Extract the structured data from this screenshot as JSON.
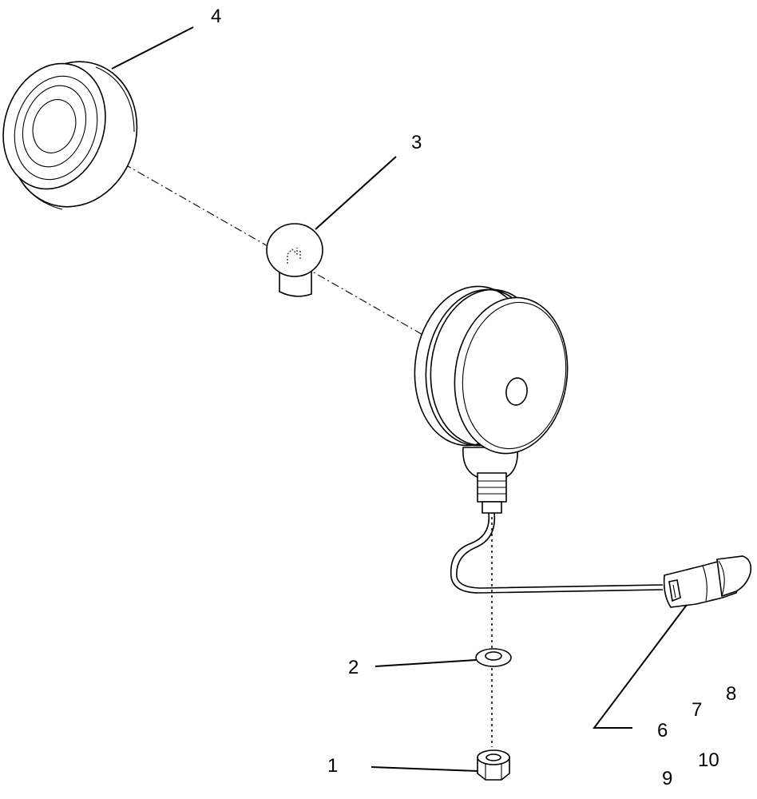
{
  "diagram": {
    "colors": {
      "line": "#000000",
      "background": "#ffffff"
    },
    "callouts": [
      {
        "id": "1",
        "label": "1"
      },
      {
        "id": "2",
        "label": "2"
      },
      {
        "id": "3",
        "label": "3"
      },
      {
        "id": "4",
        "label": "4"
      },
      {
        "id": "6",
        "label": "6"
      },
      {
        "id": "7",
        "label": "7"
      },
      {
        "id": "8",
        "label": "8"
      },
      {
        "id": "9",
        "label": "9"
      },
      {
        "id": "10",
        "label": "10"
      }
    ]
  }
}
